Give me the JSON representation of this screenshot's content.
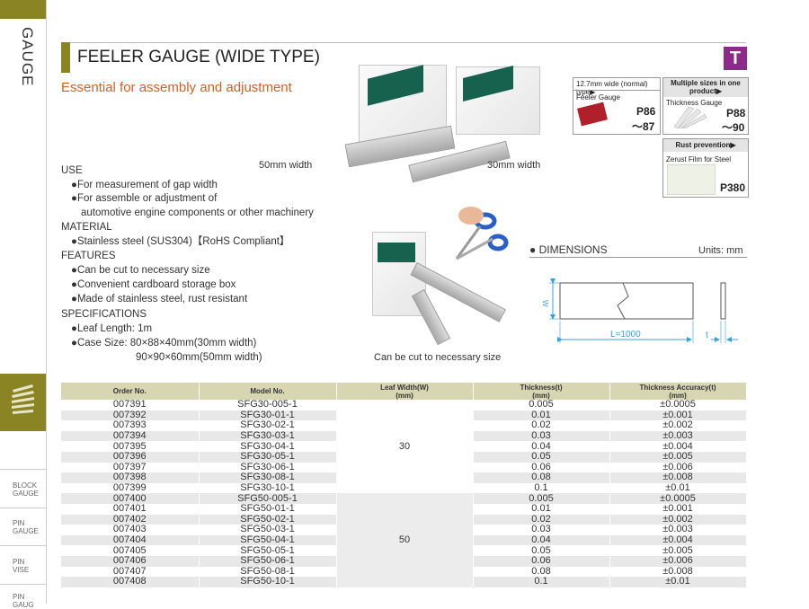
{
  "sidebar": {
    "vertical_title": "GAUGE",
    "links": [
      {
        "label": "BLOCK\nGAUGE"
      },
      {
        "label": "PIN\nGAUGE"
      },
      {
        "label": "PIN\nVISE"
      },
      {
        "label": "PIN\nGAUG"
      }
    ]
  },
  "header": {
    "title": "FEELER GAUGE (WIDE TYPE)",
    "subtitle": "Essential for assembly and adjustment",
    "badge": "T"
  },
  "photos": {
    "caption_50": "50mm width",
    "caption_30": "30mm width",
    "caption_cut": "Can be cut to necessary size"
  },
  "related": [
    {
      "header": "12.7mm wide (normal) type▶",
      "name": "Feeler Gauge",
      "page_1": "P86",
      "page_2": "～87"
    },
    {
      "header": "Multiple sizes in one product▶",
      "name": "Thickness Gauge",
      "page_1": "P88",
      "page_2": "～90"
    },
    {
      "header": "Rust prevention▶",
      "name": "Zerust Film for Steel",
      "page_1": "P380",
      "page_2": ""
    }
  ],
  "info": {
    "use_heading": "USE",
    "use_1": "●For measurement of gap width",
    "use_2": "●For assemble or adjustment of",
    "use_3": "automotive engine components or other machinery",
    "material_heading": "MATERIAL",
    "material_1": "●Stainless steel (SUS304)【RoHS Compliant】",
    "features_heading": "FEATURES",
    "features_1": "●Can be cut to necessary size",
    "features_2": "●Convenient cardboard storage box",
    "features_3": "●Made of stainless steel, rust resistant",
    "specs_heading": "SPECIFICATIONS",
    "specs_1": "●Leaf Length: 1m",
    "specs_2": "●Case Size: 80×88×40mm(30mm width)",
    "specs_3": "90×90×60mm(50mm width)"
  },
  "dimensions": {
    "title": "● DIMENSIONS",
    "units": "Units: mm",
    "w_label": "W",
    "l_label": "L=1000",
    "t_label": "t"
  },
  "table": {
    "headers": [
      "Order No.",
      "Model No.",
      "Leaf Width(W)\n(mm)",
      "Thickness(t)\n(mm)",
      "Thickness Accuracy(t)\n(mm)"
    ],
    "width_30": "30",
    "width_50": "50",
    "rows": [
      [
        "007391",
        "SFG30-005-1",
        "0.005",
        "±0.0005"
      ],
      [
        "007392",
        "SFG30-01-1",
        "0.01",
        "±0.001"
      ],
      [
        "007393",
        "SFG30-02-1",
        "0.02",
        "±0.002"
      ],
      [
        "007394",
        "SFG30-03-1",
        "0.03",
        "±0.003"
      ],
      [
        "007395",
        "SFG30-04-1",
        "0.04",
        "±0.004"
      ],
      [
        "007396",
        "SFG30-05-1",
        "0.05",
        "±0.005"
      ],
      [
        "007397",
        "SFG30-06-1",
        "0.06",
        "±0.006"
      ],
      [
        "007398",
        "SFG30-08-1",
        "0.08",
        "±0.008"
      ],
      [
        "007399",
        "SFG30-10-1",
        "0.1",
        "±0.01"
      ],
      [
        "007400",
        "SFG50-005-1",
        "0.005",
        "±0.0005"
      ],
      [
        "007401",
        "SFG50-01-1",
        "0.01",
        "±0.001"
      ],
      [
        "007402",
        "SFG50-02-1",
        "0.02",
        "±0.002"
      ],
      [
        "007403",
        "SFG50-03-1",
        "0.03",
        "±0.003"
      ],
      [
        "007404",
        "SFG50-04-1",
        "0.04",
        "±0.004"
      ],
      [
        "007405",
        "SFG50-05-1",
        "0.05",
        "±0.005"
      ],
      [
        "007406",
        "SFG50-06-1",
        "0.06",
        "±0.006"
      ],
      [
        "007407",
        "SFG50-08-1",
        "0.08",
        "±0.008"
      ],
      [
        "007408",
        "SFG50-10-1",
        "0.1",
        "±0.01"
      ]
    ]
  }
}
